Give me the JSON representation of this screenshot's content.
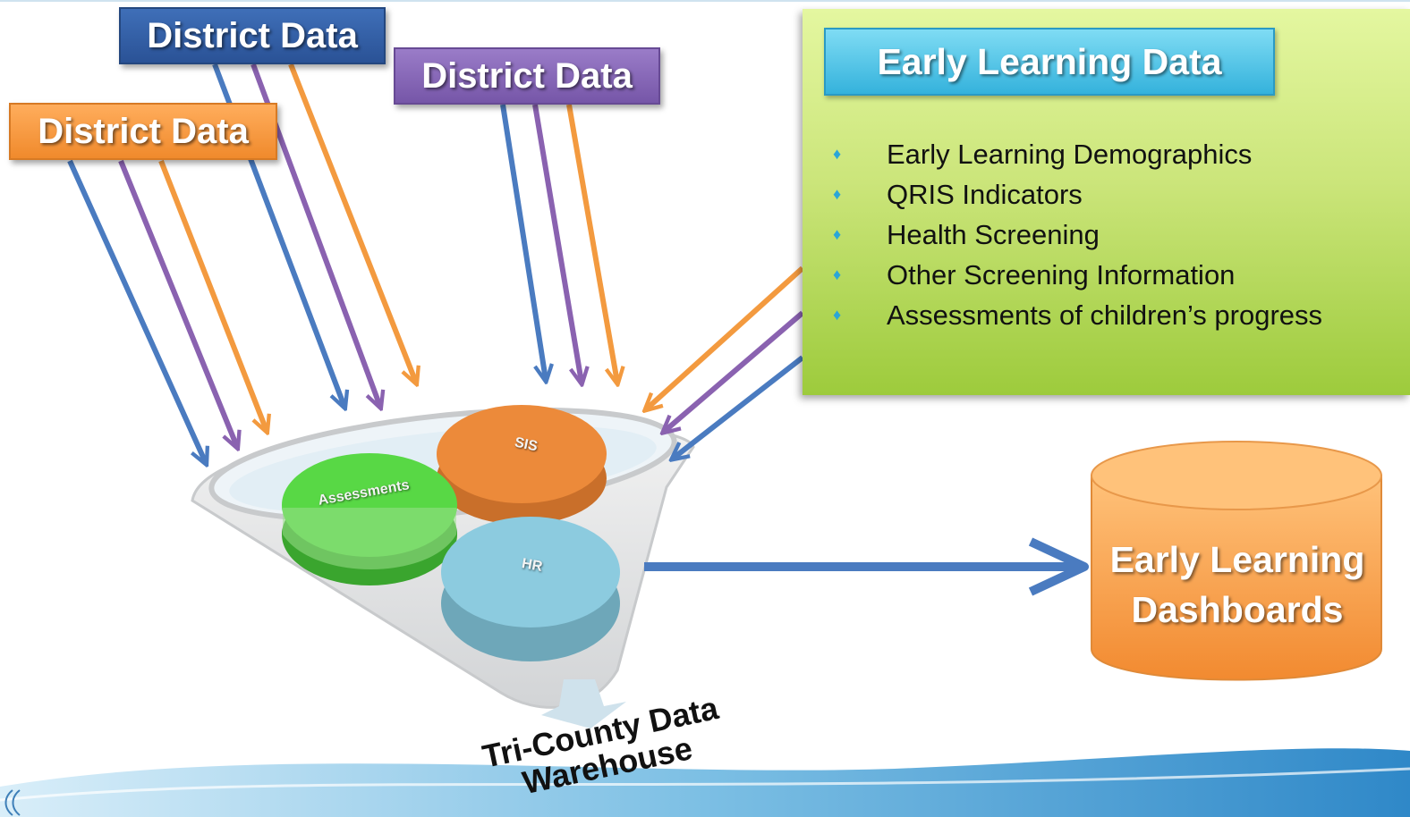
{
  "district_labels": [
    {
      "text": "District Data",
      "color": "#2f5fa8"
    },
    {
      "text": "District Data",
      "color": "#8a6bbd"
    },
    {
      "text": "District Data",
      "color": "#f39a3f"
    }
  ],
  "early_learning": {
    "title": "Early Learning Data",
    "bullet": "♦",
    "items": [
      "Early Learning Demographics",
      "QRIS Indicators",
      "Health Screening",
      "Other Screening Information",
      "Assessments of children’s progress"
    ]
  },
  "funnel": {
    "discs": [
      {
        "label": "Assessments",
        "color": "#4fcf3f"
      },
      {
        "label": "SIS",
        "color": "#ec8a3a"
      },
      {
        "label": "HR",
        "color": "#7fc2d6"
      }
    ]
  },
  "dashboards": {
    "line1": "Early Learning",
    "line2": "Dashboards",
    "color": "#f5a04a"
  },
  "warehouse": {
    "line1": "Tri-County Data",
    "line2": "Warehouse"
  },
  "colors": {
    "blue_arrow": "#4a7bc0",
    "purple_arrow": "#8a62b0",
    "orange_arrow": "#f39a3f",
    "panel_green": "#c9e67a"
  }
}
